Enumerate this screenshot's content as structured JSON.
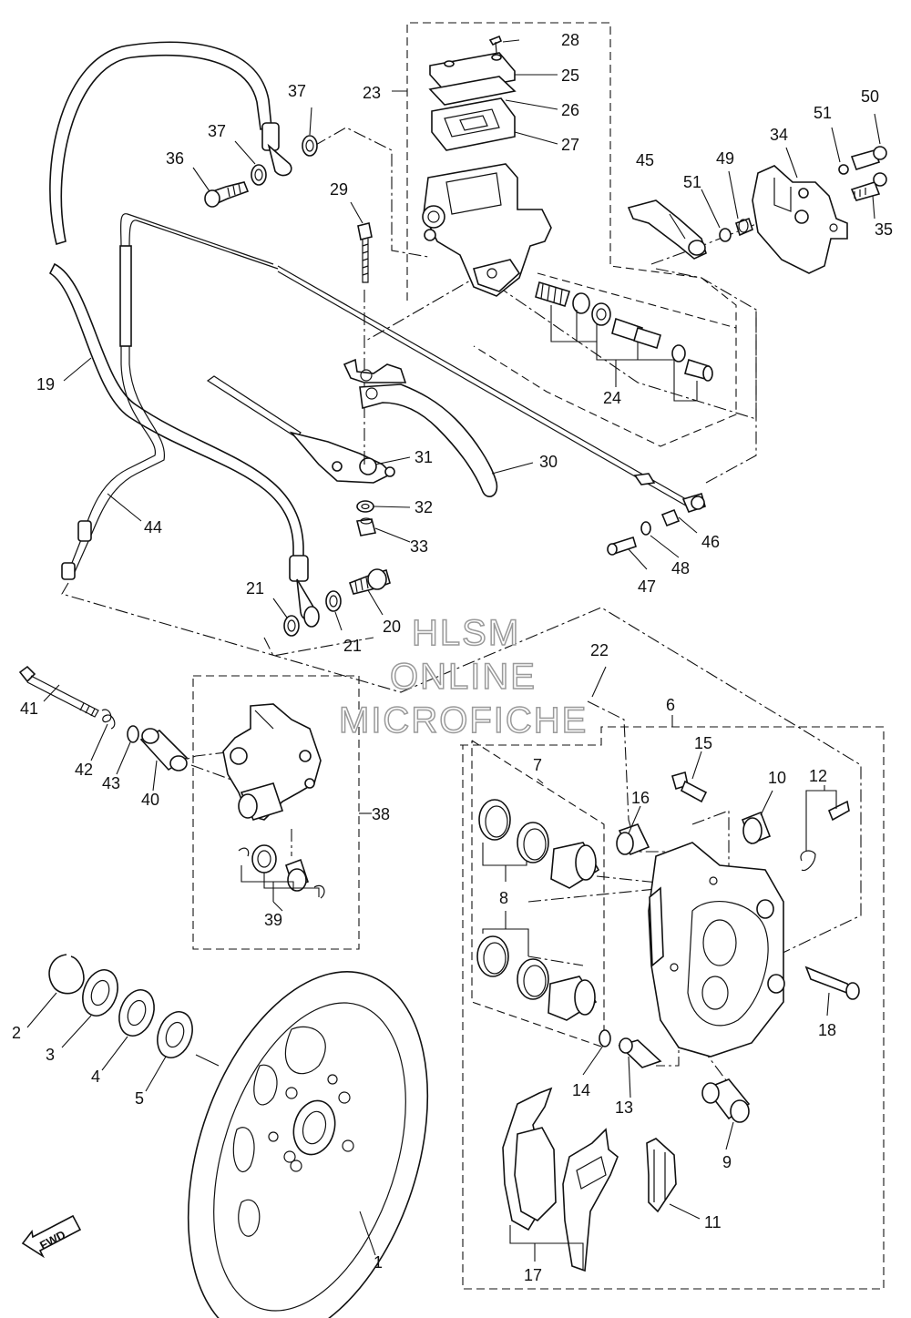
{
  "watermark": {
    "line1": "HLSM",
    "line2": "ONLINE",
    "line3": "MICROFICHE"
  },
  "fwd_label": "FWD",
  "callouts": [
    {
      "id": "1",
      "part": "brake-disc"
    },
    {
      "id": "2",
      "part": "circlip"
    },
    {
      "id": "3",
      "part": "washer"
    },
    {
      "id": "4",
      "part": "washer"
    },
    {
      "id": "5",
      "part": "washer"
    },
    {
      "id": "6",
      "part": "caliper-assembly"
    },
    {
      "id": "7",
      "part": "caliper-seal-kit"
    },
    {
      "id": "8",
      "part": "piston-seals"
    },
    {
      "id": "9",
      "part": "bolt"
    },
    {
      "id": "10",
      "part": "cap"
    },
    {
      "id": "11",
      "part": "pad-spring"
    },
    {
      "id": "12",
      "part": "bleed-screw"
    },
    {
      "id": "13",
      "part": "pin"
    },
    {
      "id": "14",
      "part": "washer"
    },
    {
      "id": "15",
      "part": "bolt"
    },
    {
      "id": "16",
      "part": "bushing"
    },
    {
      "id": "17",
      "part": "brake-pads"
    },
    {
      "id": "18",
      "part": "bolt"
    },
    {
      "id": "19",
      "part": "brake-hose"
    },
    {
      "id": "20",
      "part": "union-bolt"
    },
    {
      "id": "21",
      "part": "gasket"
    },
    {
      "id": "22",
      "part": "bolt"
    },
    {
      "id": "23",
      "part": "master-cylinder"
    },
    {
      "id": "24",
      "part": "piston-kit"
    },
    {
      "id": "25",
      "part": "reservoir-cap"
    },
    {
      "id": "26",
      "part": "diaphragm-plate"
    },
    {
      "id": "27",
      "part": "diaphragm"
    },
    {
      "id": "28",
      "part": "screw"
    },
    {
      "id": "29",
      "part": "bolt"
    },
    {
      "id": "30",
      "part": "brake-lever"
    },
    {
      "id": "31",
      "part": "lever-holder"
    },
    {
      "id": "32",
      "part": "washer"
    },
    {
      "id": "33",
      "part": "nut"
    },
    {
      "id": "34",
      "part": "bracket"
    },
    {
      "id": "35",
      "part": "bolt"
    },
    {
      "id": "36",
      "part": "union-bolt"
    },
    {
      "id": "37",
      "part": "gasket"
    },
    {
      "id": "38",
      "part": "parking-caliper"
    },
    {
      "id": "39",
      "part": "piston-kit"
    },
    {
      "id": "40",
      "part": "collar"
    },
    {
      "id": "41",
      "part": "bolt"
    },
    {
      "id": "42",
      "part": "spring"
    },
    {
      "id": "43",
      "part": "washer"
    },
    {
      "id": "44",
      "part": "parking-cable"
    },
    {
      "id": "45",
      "part": "parking-lever"
    },
    {
      "id": "46",
      "part": "collar"
    },
    {
      "id": "47",
      "part": "bolt"
    },
    {
      "id": "48",
      "part": "washer"
    },
    {
      "id": "49",
      "part": "collar"
    },
    {
      "id": "50",
      "part": "bolt"
    },
    {
      "id": "51",
      "part": "washer"
    }
  ]
}
